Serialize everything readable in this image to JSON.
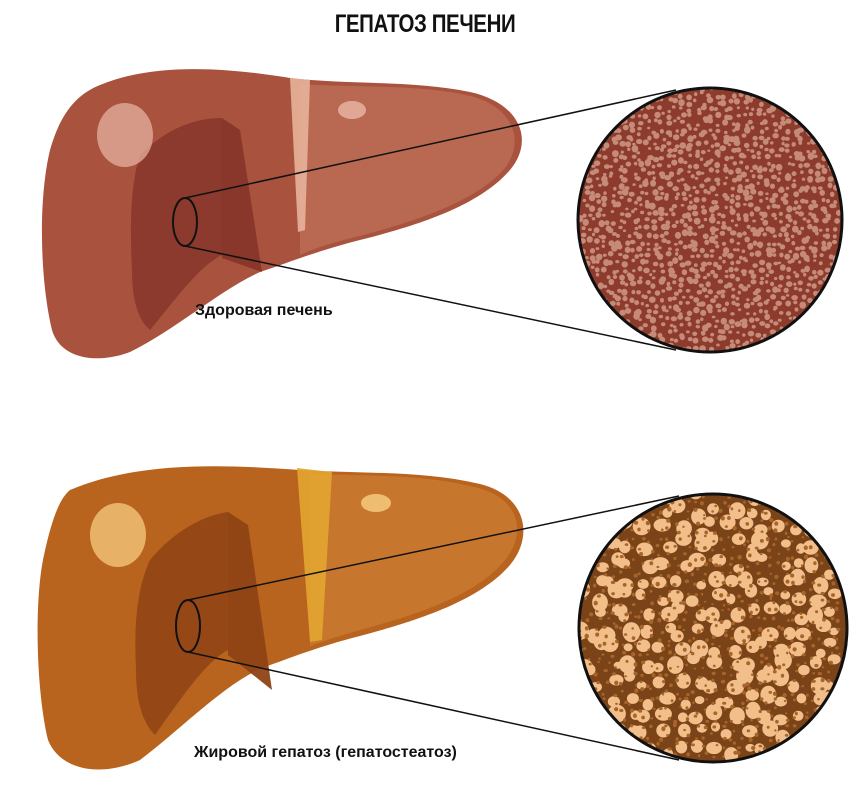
{
  "title": "ГЕПАТОЗ ПЕЧЕНИ",
  "panels": [
    {
      "label": "Здоровая печень",
      "colors": {
        "main": "#a9523d",
        "dark": "#87362a",
        "light": "#c77b64",
        "highlight": "#e6b2a2",
        "ligament": "#e8b39a",
        "tissue_bg": "#8c3b2d",
        "tissue_cell": "#c58a78"
      }
    },
    {
      "label": "Жировой гепатоз (гепатостеатоз)",
      "colors": {
        "main": "#b8641e",
        "dark": "#8e4314",
        "light": "#d68a3c",
        "highlight": "#f3c47a",
        "ligament": "#e3a531",
        "tissue_bg": "#7a4318",
        "tissue_cell": "#f2be8a"
      }
    }
  ]
}
